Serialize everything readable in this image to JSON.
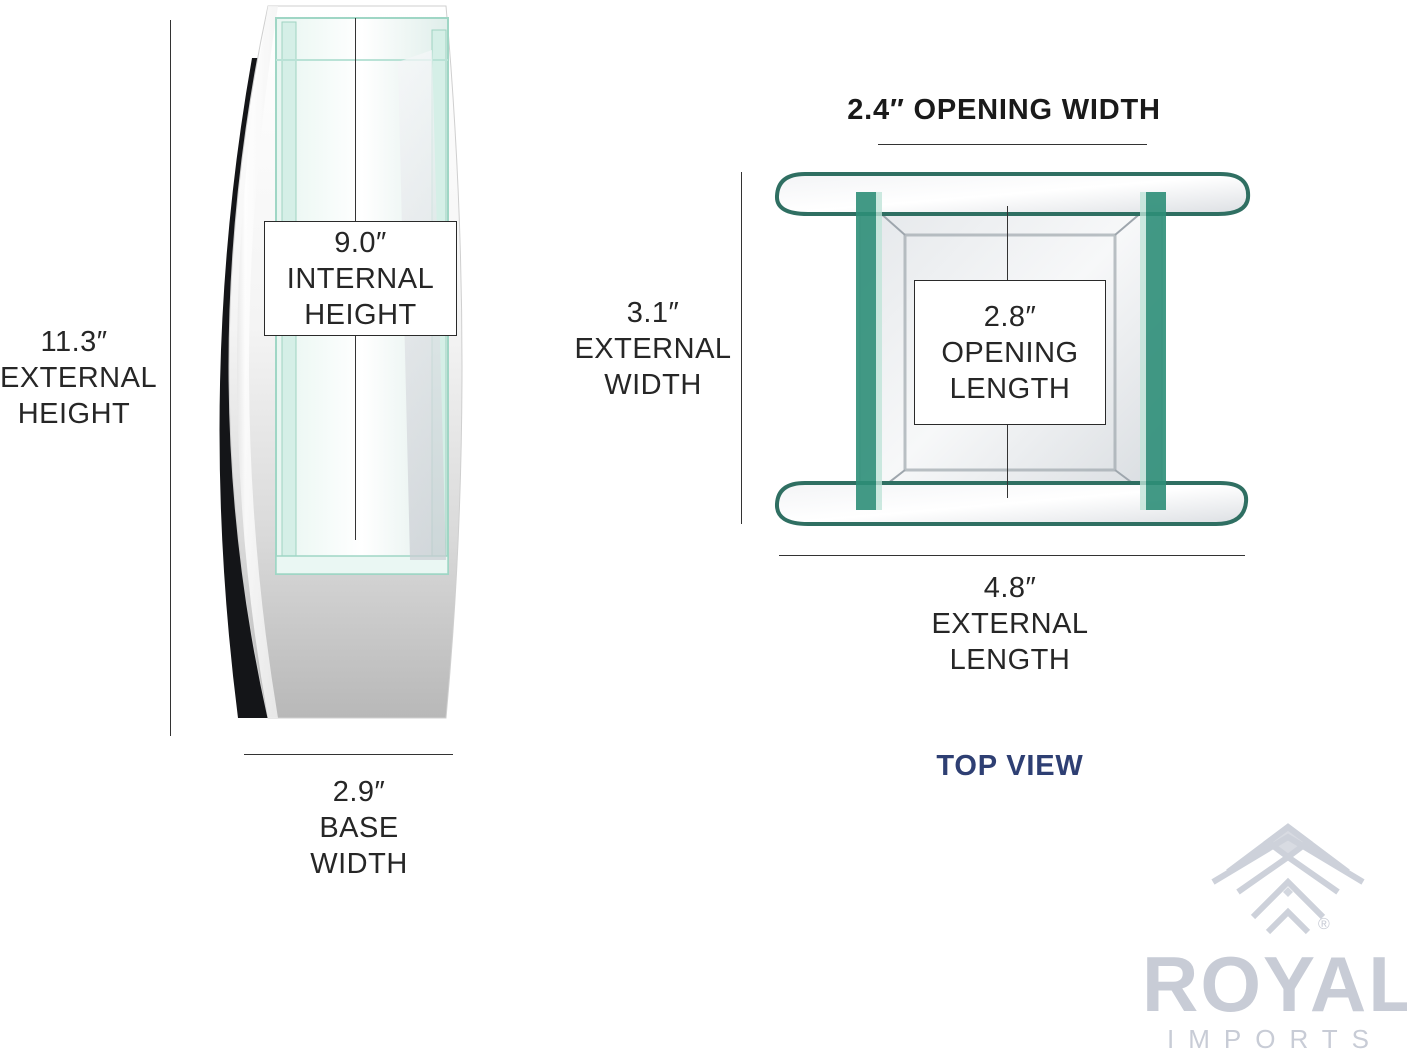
{
  "side_view": {
    "external_height": {
      "value": "11.3″",
      "line1": "EXTERNAL",
      "line2": "HEIGHT"
    },
    "internal_height": {
      "value": "9.0″",
      "line1": "INTERNAL",
      "line2": "HEIGHT"
    },
    "base_width": {
      "value": "2.9″",
      "line1": "BASE",
      "line2": "WIDTH"
    }
  },
  "top_view": {
    "opening_width": "2.4″ OPENING WIDTH",
    "external_width": {
      "value": "3.1″",
      "line1": "EXTERNAL",
      "line2": "WIDTH"
    },
    "opening_length": {
      "value": "2.8″",
      "line1": "OPENING",
      "line2": "LENGTH"
    },
    "external_length": {
      "value": "4.8″",
      "line1": "EXTERNAL",
      "line2": "LENGTH"
    },
    "caption": "TOP VIEW"
  },
  "logo": {
    "name": "ROYAL",
    "tagline": "IMPORTS",
    "mark": "®"
  },
  "colors": {
    "heading": "#1a1a1a",
    "caption": "#2e3f73",
    "logo": "#c8ccd6",
    "glass_edge": "#2f6f62"
  }
}
